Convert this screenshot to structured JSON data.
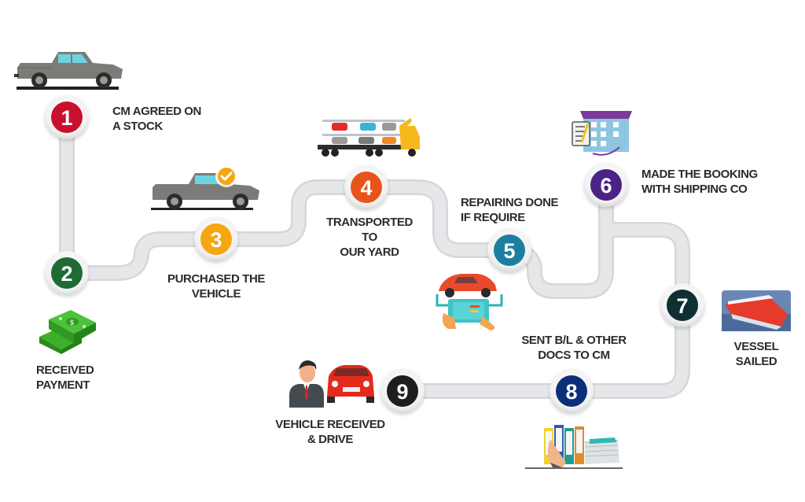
{
  "title": "Vehicle purchase and shipping process",
  "steps": [
    {
      "number": "1",
      "label": "CM AGREED ON\nA STOCK",
      "color": "#c8102e",
      "icon": "pickup-truck-icon"
    },
    {
      "number": "2",
      "label": "RECEIVED\nPAYMENT",
      "color": "#1e6b34",
      "icon": "cash-stack-icon"
    },
    {
      "number": "3",
      "label": "PURCHASED THE\nVEHICLE",
      "color": "#f5a611",
      "icon": "pickup-truck-checked-icon"
    },
    {
      "number": "4",
      "label": "TRANSPORTED\nTO\nOUR YARD",
      "color": "#e8531c",
      "icon": "car-carrier-truck-icon"
    },
    {
      "number": "5",
      "label": "REPAIRING DONE\nIF REQUIRE",
      "color": "#1c7fa0",
      "icon": "car-diagnostics-icon"
    },
    {
      "number": "6",
      "label": "MADE THE BOOKING\nWITH SHIPPING CO",
      "color": "#4b2387",
      "icon": "booking-office-icon"
    },
    {
      "number": "7",
      "label": "VESSEL\nSAILED",
      "color": "#0f2f33",
      "icon": "cargo-vessel-icon"
    },
    {
      "number": "8",
      "label": "SENT B/L & OTHER\nDOCS TO CM",
      "color": "#0d2f7a",
      "icon": "document-folders-icon"
    },
    {
      "number": "9",
      "label": "VEHICLE RECEIVED\n& DRIVE",
      "color": "#1e1e1e",
      "icon": "customer-with-car-icon"
    }
  ],
  "colors": {
    "track": "#e6e7e9",
    "track_edge": "#d6d7da",
    "ring": "#eeeeee",
    "text": "#2b2b2b"
  }
}
